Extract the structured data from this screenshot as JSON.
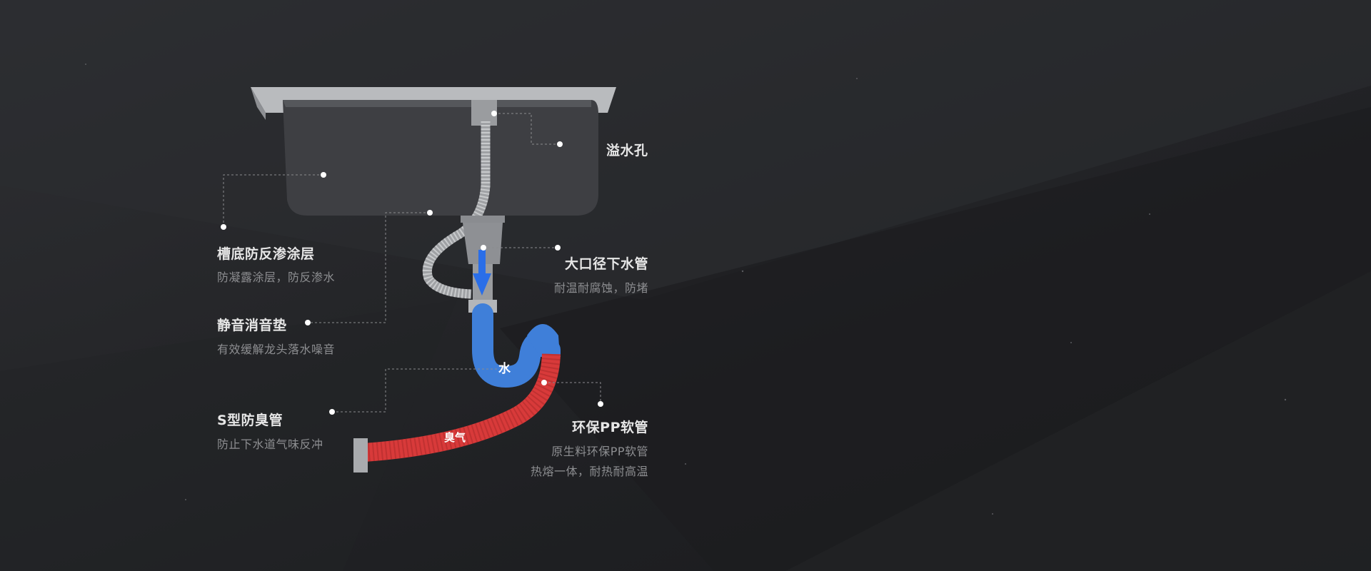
{
  "features": [
    {
      "title": "溢水孔",
      "desc": []
    },
    {
      "title": "槽底防反渗涂层",
      "desc": [
        "防凝露涂层，防反渗水"
      ]
    },
    {
      "title": "静音消音垫",
      "desc": [
        "有效缓解龙头落水噪音"
      ]
    },
    {
      "title": "大口径下水管",
      "desc": [
        "耐温耐腐蚀，防堵"
      ]
    },
    {
      "title": "S型防臭管",
      "desc": [
        "防止下水道气味反冲"
      ]
    },
    {
      "title": "环保PP软管",
      "desc": [
        "原生料环保PP软管",
        "热熔一体，耐热耐高温"
      ]
    }
  ],
  "pipe_tags": {
    "water": "水",
    "odor": "臭气"
  },
  "colors": {
    "water_pipe": "#3f7fd9",
    "odor_pipe": "#d83a3a",
    "arrow": "#2a6ee8"
  }
}
